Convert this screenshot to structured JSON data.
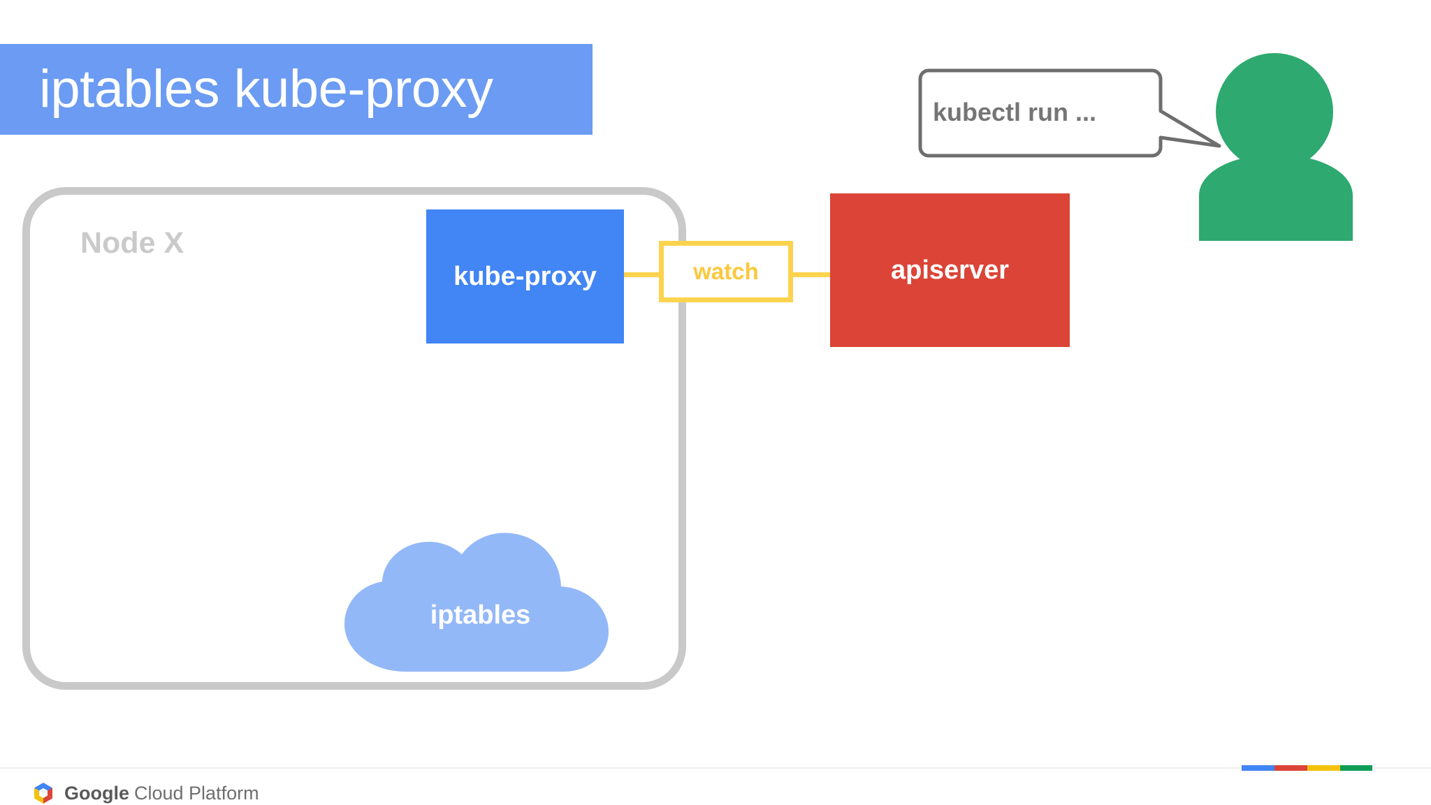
{
  "slide": {
    "title": "iptables kube-proxy",
    "background_color": "#FFFFFF",
    "title_bar_color": "#6B9BF2",
    "title_text_color": "#FFFFFF"
  },
  "node": {
    "label": "Node X",
    "border_color": "#C9C9C9",
    "label_color": "#CACACA"
  },
  "components": {
    "kube_proxy": {
      "label": "kube-proxy",
      "fill_color": "#4285F4",
      "text_color": "#FFFFFF"
    },
    "apiserver": {
      "label": "apiserver",
      "fill_color": "#DB4437",
      "text_color": "#FFFFFF"
    },
    "iptables": {
      "label": "iptables",
      "fill_color": "#93B8F8",
      "text_color": "#FFFFFF",
      "shape": "cloud"
    }
  },
  "connector": {
    "label": "watch",
    "line_color": "#FCD34E",
    "border_color": "#FCD34E",
    "text_color": "#FBC83D",
    "from": "kube-proxy",
    "to": "apiserver"
  },
  "actor": {
    "speech_text": "kubectl run ...",
    "speech_border_color": "#6E6E6E",
    "speech_text_color": "#757575",
    "person_color": "#2EA96F",
    "person_icon": "user-avatar-icon"
  },
  "footer": {
    "logo_icon": "google-cloud-hexagon-icon",
    "brand_bold": "Google",
    "brand_rest": "Cloud Platform",
    "divider_color": "#EDEDED",
    "bars": [
      {
        "name": "blue",
        "color": "#4285F4"
      },
      {
        "name": "red",
        "color": "#DB4437"
      },
      {
        "name": "yellow",
        "color": "#F4C20D"
      },
      {
        "name": "green",
        "color": "#0F9D58"
      }
    ]
  }
}
